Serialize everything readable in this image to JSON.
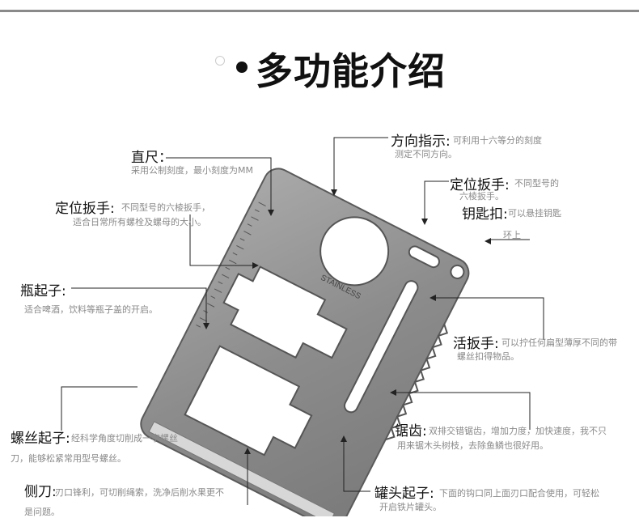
{
  "title": "多功能介绍",
  "features": {
    "ruler": {
      "name": "直尺：",
      "desc": "采用公制刻度，最小刻度为MM"
    },
    "hex_wrench_left": {
      "name": "定位扳手:",
      "desc1": "不同型号的六棱扳手，",
      "desc2": "适合日常所有螺栓及螺母的大小。"
    },
    "bottle_opener": {
      "name": "瓶起子:",
      "desc": "适合啤酒，饮料等瓶子盖的开启。"
    },
    "screwdriver": {
      "name": "螺丝起子:",
      "desc1": "经科学角度切削成一字螺丝",
      "desc2": "刀，能够松紧常用型号螺丝。"
    },
    "side_blade": {
      "name": "侧刀:",
      "desc1": "刃口锋利，可切削绳索，洗净后削水果更不",
      "desc2": "是问题。"
    },
    "direction": {
      "name": "方向指示:",
      "desc1": "可利用十六等分的刻度",
      "desc2": "测定不同方向。"
    },
    "hex_wrench_right": {
      "name": "定位扳手:",
      "desc1": "不同型号的",
      "desc2": "六棱扳手。"
    },
    "keyring": {
      "name": "钥匙扣:",
      "desc1": "可以悬挂钥匙",
      "desc2": "环上"
    },
    "adjustable_wrench": {
      "name": "活扳手:",
      "desc1": "可以拧任何扁型薄厚不同的带",
      "desc2": "螺丝扣得物品。"
    },
    "saw": {
      "name": "锯齿:",
      "desc1": "双排交错锯齿，增加力度，加快速度，我不只",
      "desc2": "用来锯木头树枝，去除鱼鳞也很好用。"
    },
    "can_opener": {
      "name": "罐头起子:",
      "desc1": "下面的钩口同上面刃口配合使用，可轻松",
      "desc2": "开启铁片罐头。"
    }
  },
  "card": {
    "engraving": "STAINLESS",
    "colors": {
      "steel": "#8e8e8e",
      "edge": "#5a5a5a",
      "line": "#222222"
    }
  }
}
